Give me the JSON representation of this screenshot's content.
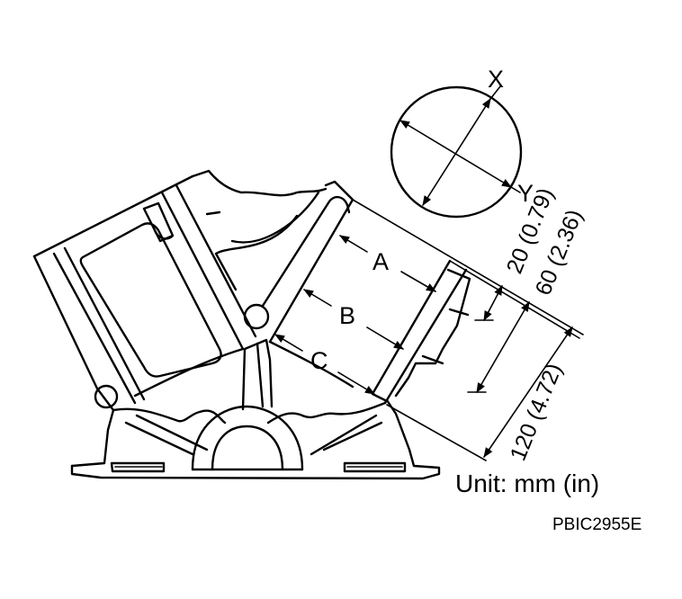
{
  "labels": {
    "measure_axis_x": "X",
    "measure_axis_y": "Y",
    "point_a": "A",
    "point_b": "B",
    "point_c": "C",
    "dim_top": "20 (0.79)",
    "dim_middle": "60 (2.36)",
    "dim_bottom": "120 (4.72)",
    "unit": "Unit: mm (in)",
    "figure_code": "PBIC2955E"
  },
  "colors": {
    "ink": "#000000",
    "background": "#ffffff"
  }
}
